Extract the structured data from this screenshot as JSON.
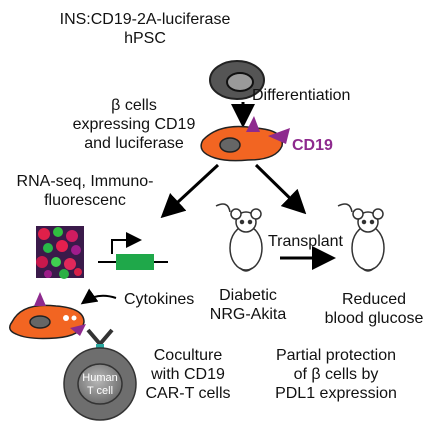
{
  "labels": {
    "source_line1": "INS:CD19-2A-luciferase",
    "source_line2": "hPSC",
    "differentiation": "Differentiation",
    "beta_line1": "β cells",
    "beta_line2": "expressing CD19",
    "beta_line3": "and luciferase",
    "cd19": "CD19",
    "rnaseq_line1": "RNA-seq, Immuno-",
    "rnaseq_line2": "fluorescenc",
    "transplant": "Transplant",
    "diabetic_line1": "Diabetic",
    "diabetic_line2": "NRG-Akita",
    "reduced_line1": "Reduced",
    "reduced_line2": "blood glucose",
    "cytokines": "Cytokines",
    "coculture_line1": "Coculture",
    "coculture_line2": "with CD19",
    "coculture_line3": "CAR-T cells",
    "tcell_line1": "Human",
    "tcell_line2": "T cell",
    "partial_line1": "Partial protection",
    "partial_line2": "of β cells by",
    "partial_line3": "PDL1 expression"
  },
  "colors": {
    "beta_cell": "#f26522",
    "cd19": "#8e2a8e",
    "gene_box": "#1fa84a",
    "stem_cell": "#555555",
    "tcell": "#8a8a8a"
  }
}
